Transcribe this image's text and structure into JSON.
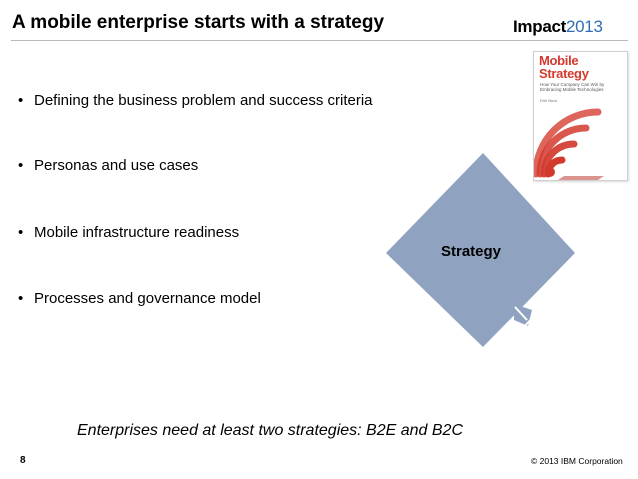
{
  "slide": {
    "title": "A mobile enterprise starts with a strategy",
    "logo": {
      "part1": "Impact",
      "part2": "2013"
    },
    "bullets": [
      {
        "label": "Defining the business problem and success criteria"
      },
      {
        "label": "Personas and use cases"
      },
      {
        "label": "Mobile infrastructure readiness"
      },
      {
        "label": "Processes and governance model"
      }
    ],
    "bullet_symbol": "•",
    "book": {
      "title_line1": "Mobile",
      "title_line2": "Strategy",
      "subtitle": "How Your Company Can Win by Embracing Mobile Technologies",
      "author": "Dirk Nicol"
    },
    "diamond_label": "Strategy",
    "note": "Enterprises need at least two strategies: B2E and B2C",
    "page_number": "8",
    "copyright": "© 2013 IBM Corporation"
  },
  "colors": {
    "diamond_fill": "#8fa3c1",
    "diamond_arrow": "#8fa3c1",
    "title_rule": "#b9b9b9",
    "logo_accent": "#2f6eb5",
    "book_red": "#d33a2e"
  }
}
